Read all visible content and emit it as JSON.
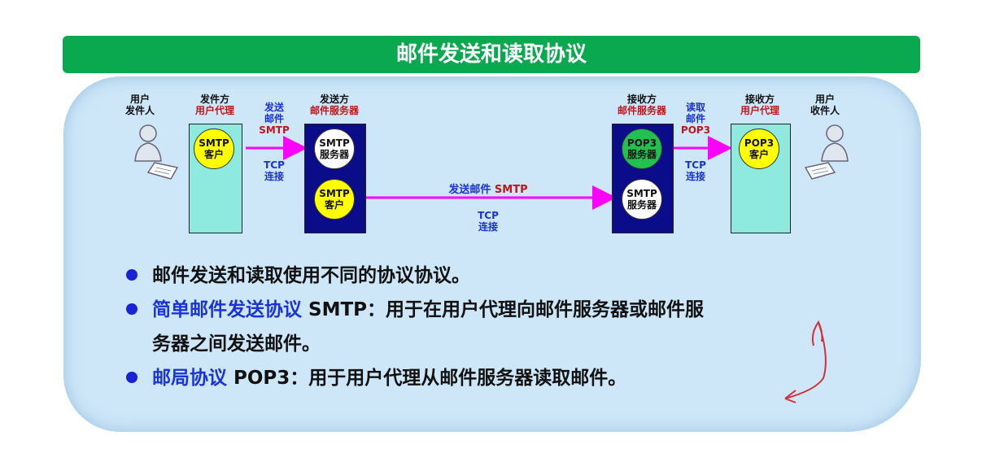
{
  "title": "邮件发送和读取协议",
  "diagram": {
    "sender_user": [
      "用户",
      "发件人"
    ],
    "sender_agent": {
      "top": "发件方",
      "bottom": "用户代理"
    },
    "sender_server": {
      "top": "发送方",
      "bottom": "邮件服务器"
    },
    "receiver_server": {
      "top": "接收方",
      "bottom": "邮件服务器"
    },
    "receiver_agent": {
      "top": "接收方",
      "bottom": "用户代理"
    },
    "receiver_user": [
      "用户",
      "收件人"
    ],
    "left_arrow": {
      "action": [
        "发送",
        "邮件"
      ],
      "protocol": "SMTP",
      "conn": [
        "TCP",
        "连接"
      ]
    },
    "right_arrow": {
      "action": [
        "读取",
        "邮件"
      ],
      "protocol": "POP3",
      "conn": [
        "TCP",
        "连接"
      ]
    },
    "middle_arrow": {
      "action": "发送邮件",
      "protocol": "SMTP",
      "conn": [
        "TCP",
        "连接"
      ]
    },
    "circles": {
      "smtp_client1": [
        "SMTP",
        "客户"
      ],
      "smtp_server1": [
        "SMTP",
        "服务器"
      ],
      "smtp_client2": [
        "SMTP",
        "客户"
      ],
      "pop3_server": [
        "POP3",
        "服务器"
      ],
      "smtp_server2": [
        "SMTP",
        "服务器"
      ],
      "pop3_client": [
        "POP3",
        "客户"
      ]
    },
    "colors": {
      "arrow": "#ff00ff",
      "sender_box": "#8eeadf",
      "server_box": "#0a0c8a"
    }
  },
  "bullets": [
    {
      "highlight": "",
      "text": "邮件发送和读取使用不同的协议协议。"
    },
    {
      "highlight": "简单邮件发送协议",
      "text": " SMTP：用于在用户代理向邮件服务器或邮件服",
      "cont": "务器之间发送邮件。"
    },
    {
      "highlight": "邮局协议",
      "text": " POP3：用于用户代理从邮件服务器读取邮件。"
    }
  ]
}
